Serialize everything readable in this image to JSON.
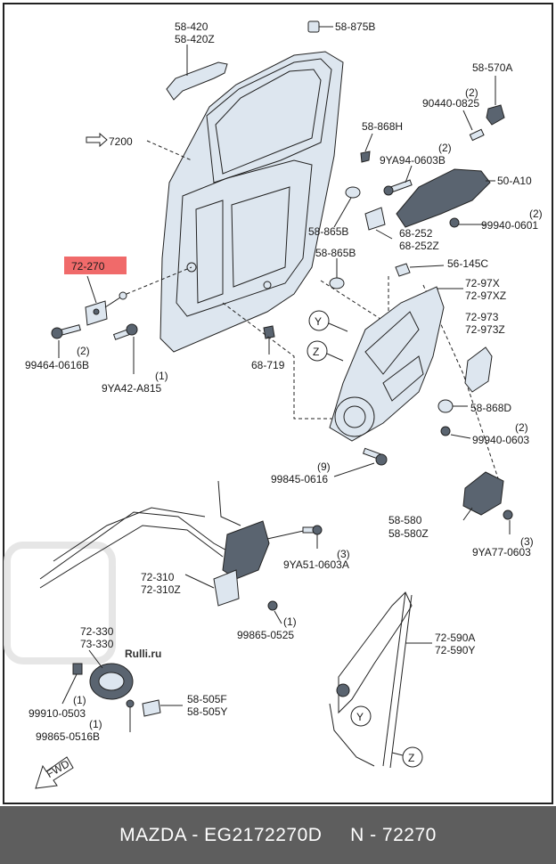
{
  "watermark": "Rulli.ru",
  "diagram": {
    "part_labels": {
      "p58_420": "58-420",
      "p58_420z": "58-420Z",
      "p58_875b": "58-875B",
      "p58_570a": "58-570A",
      "p90440_q": "(2)",
      "p90440": "90440-0825",
      "p7200": "7200",
      "p58_868h": "58-868H",
      "p9ya94_q": "(2)",
      "p9ya94": "9YA94-0603B",
      "p50_a10": "50-A10",
      "p99940a_q": "(2)",
      "p99940a": "99940-0601",
      "p58_865b_a": "58-865B",
      "p68_252": "68-252",
      "p68_252z": "68-252Z",
      "p58_865b_b": "58-865B",
      "p56_145c": "56-145C",
      "p72_270": "72-270",
      "p72_97x": "72-97X",
      "p72_97xz": "72-97XZ",
      "p72_973": "72-973",
      "p72_973z": "72-973Z",
      "call_y": "Y",
      "call_z": "Z",
      "p99464_q": "(2)",
      "p99464": "99464-0616B",
      "p9ya42_q": "(1)",
      "p9ya42": "9YA42-A815",
      "p68_719": "68-719",
      "p58_868d": "58-868D",
      "p99940b_q": "(2)",
      "p99940b": "99940-0603",
      "p99845_q": "(9)",
      "p99845": "99845-0616",
      "p58_580": "58-580",
      "p58_580z": "58-580Z",
      "p9ya77_q": "(3)",
      "p9ya77": "9YA77-0603",
      "p9ya51_q": "(3)",
      "p9ya51": "9YA51-0603A",
      "p72_310": "72-310",
      "p72_310z": "72-310Z",
      "p99865a_q": "(1)",
      "p99865a": "99865-0525",
      "p72_330": "72-330",
      "p73_330": "73-330",
      "p72_590a": "72-590A",
      "p72_590y": "72-590Y",
      "p99910_q": "(1)",
      "p99910": "99910-0503",
      "p58_505f": "58-505F",
      "p58_505y": "58-505Y",
      "p99865b_q": "(1)",
      "p99865b": "99865-0516B",
      "call_y2": "Y",
      "call_z2": "Z",
      "fwd": "FWD"
    },
    "highlight_color": "#f06a6a"
  },
  "footer": {
    "text": "MAZDA - EG2172270D     N - 72270",
    "background": "#5e5e5e"
  }
}
